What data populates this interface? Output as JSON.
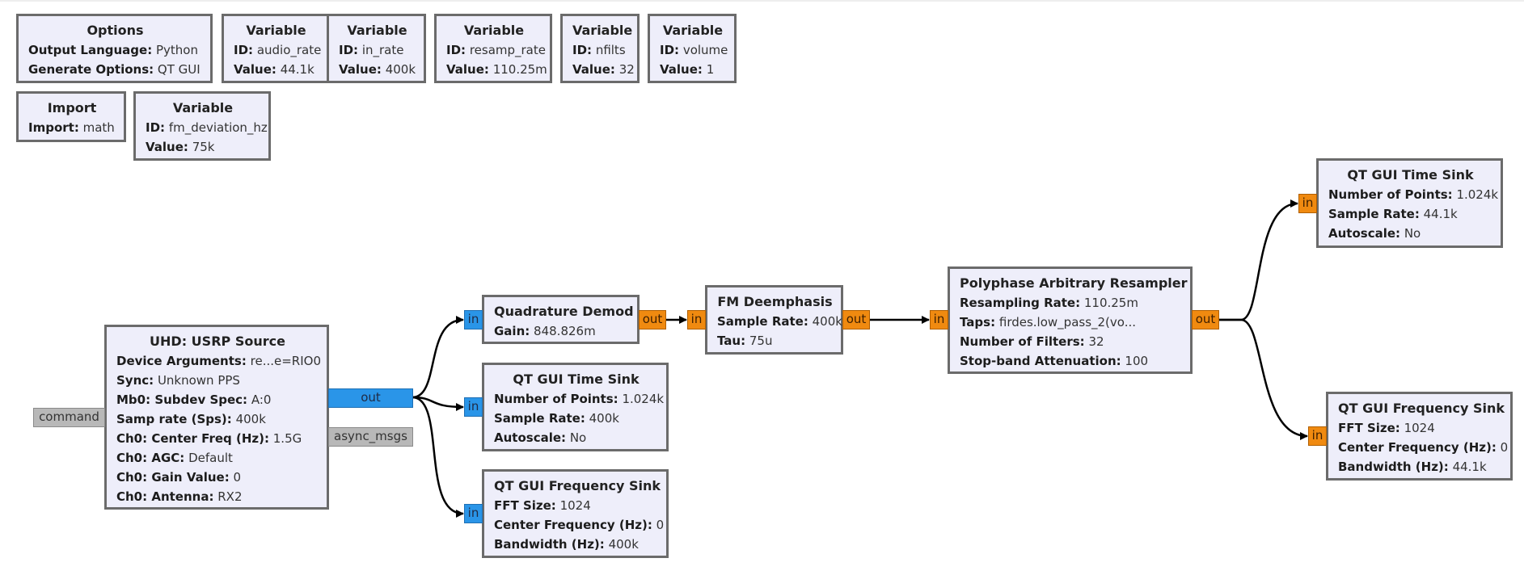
{
  "blocks": {
    "options": {
      "title": "Options",
      "rows": [
        {
          "k": "Output Language:",
          "v": "Python"
        },
        {
          "k": "Generate Options:",
          "v": "QT GUI"
        }
      ]
    },
    "var_audio_rate": {
      "title": "Variable",
      "rows": [
        {
          "k": "ID:",
          "v": "audio_rate"
        },
        {
          "k": "Value:",
          "v": "44.1k"
        }
      ]
    },
    "var_in_rate": {
      "title": "Variable",
      "rows": [
        {
          "k": "ID:",
          "v": "in_rate"
        },
        {
          "k": "Value:",
          "v": "400k"
        }
      ]
    },
    "var_resamp_rate": {
      "title": "Variable",
      "rows": [
        {
          "k": "ID:",
          "v": "resamp_rate"
        },
        {
          "k": "Value:",
          "v": "110.25m"
        }
      ]
    },
    "var_nfilts": {
      "title": "Variable",
      "rows": [
        {
          "k": "ID:",
          "v": "nfilts"
        },
        {
          "k": "Value:",
          "v": "32"
        }
      ]
    },
    "var_volume": {
      "title": "Variable",
      "rows": [
        {
          "k": "ID:",
          "v": "volume"
        },
        {
          "k": "Value:",
          "v": "1"
        }
      ]
    },
    "import": {
      "title": "Import",
      "rows": [
        {
          "k": "Import:",
          "v": "math"
        }
      ]
    },
    "var_fm_deviation": {
      "title": "Variable",
      "rows": [
        {
          "k": "ID:",
          "v": "fm_deviation_hz"
        },
        {
          "k": "Value:",
          "v": "75k"
        }
      ]
    },
    "usrp_source": {
      "title": "UHD: USRP Source",
      "rows": [
        {
          "k": "Device Arguments:",
          "v": "re...e=RIO0"
        },
        {
          "k": "Sync:",
          "v": "Unknown PPS"
        },
        {
          "k": "Mb0: Subdev Spec:",
          "v": "A:0"
        },
        {
          "k": "Samp rate (Sps):",
          "v": "400k"
        },
        {
          "k": "Ch0: Center Freq (Hz):",
          "v": "1.5G"
        },
        {
          "k": "Ch0: AGC:",
          "v": "Default"
        },
        {
          "k": "Ch0: Gain Value:",
          "v": "0"
        },
        {
          "k": "Ch0: Antenna:",
          "v": "RX2"
        }
      ],
      "ports": {
        "command": "command",
        "out": "out",
        "async_msgs": "async_msgs"
      }
    },
    "quad_demod": {
      "title": "Quadrature Demod",
      "rows": [
        {
          "k": "Gain:",
          "v": "848.826m"
        }
      ],
      "ports": {
        "in": "in",
        "out": "out"
      }
    },
    "time_sink_1": {
      "title": "QT GUI Time Sink",
      "rows": [
        {
          "k": "Number of Points:",
          "v": "1.024k"
        },
        {
          "k": "Sample Rate:",
          "v": "400k"
        },
        {
          "k": "Autoscale:",
          "v": "No"
        }
      ],
      "ports": {
        "in": "in"
      }
    },
    "freq_sink_1": {
      "title": "QT GUI Frequency Sink",
      "rows": [
        {
          "k": "FFT Size:",
          "v": "1024"
        },
        {
          "k": "Center Frequency (Hz):",
          "v": "0"
        },
        {
          "k": "Bandwidth (Hz):",
          "v": "400k"
        }
      ],
      "ports": {
        "in": "in"
      }
    },
    "fm_deemph": {
      "title": "FM Deemphasis",
      "rows": [
        {
          "k": "Sample Rate:",
          "v": "400k"
        },
        {
          "k": "Tau:",
          "v": "75u"
        }
      ],
      "ports": {
        "in": "in",
        "out": "out"
      }
    },
    "resampler": {
      "title": "Polyphase Arbitrary Resampler",
      "rows": [
        {
          "k": "Resampling Rate:",
          "v": "110.25m"
        },
        {
          "k": "Taps:",
          "v": "firdes.low_pass_2(vo..."
        },
        {
          "k": "Number of Filters:",
          "v": "32"
        },
        {
          "k": "Stop-band Attenuation:",
          "v": "100"
        }
      ],
      "ports": {
        "in": "in",
        "out": "out"
      }
    },
    "time_sink_2": {
      "title": "QT GUI Time Sink",
      "rows": [
        {
          "k": "Number of Points:",
          "v": "1.024k"
        },
        {
          "k": "Sample Rate:",
          "v": "44.1k"
        },
        {
          "k": "Autoscale:",
          "v": "No"
        }
      ],
      "ports": {
        "in": "in"
      }
    },
    "freq_sink_2": {
      "title": "QT GUI Frequency Sink",
      "rows": [
        {
          "k": "FFT Size:",
          "v": "1024"
        },
        {
          "k": "Center Frequency (Hz):",
          "v": "0"
        },
        {
          "k": "Bandwidth (Hz):",
          "v": "44.1k"
        }
      ],
      "ports": {
        "in": "in"
      }
    }
  },
  "colors": {
    "block_bg": "#eeeefa",
    "block_border": "#6b6b6b",
    "complex_port": "#2a95e8",
    "float_port": "#f08a10",
    "message_port": "#b8b8b8",
    "wire": "#000000"
  }
}
